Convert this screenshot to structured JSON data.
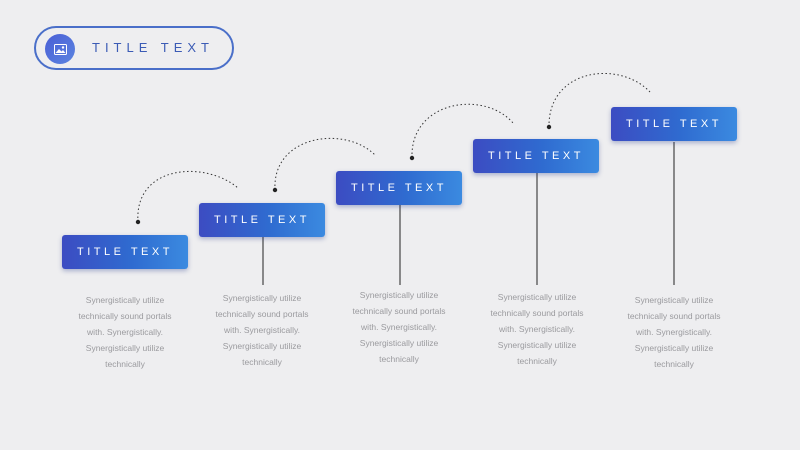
{
  "header": {
    "title": "TITLE TEXT",
    "icon": "image-icon"
  },
  "colors": {
    "accent": "#3b5bb5",
    "box_start": "#3c4cc2",
    "box_end": "#3b8ae0",
    "text_muted": "#9a9a9e"
  },
  "steps": [
    {
      "title": "TITLE TEXT",
      "description": "Synergistically utilize technically sound portals with. Synergistically. Synergistically utilize technically"
    },
    {
      "title": "TITLE TEXT",
      "description": "Synergistically utilize technically sound portals with. Synergistically. Synergistically utilize technically"
    },
    {
      "title": "TITLE TEXT",
      "description": "Synergistically utilize technically sound portals with. Synergistically. Synergistically utilize technically"
    },
    {
      "title": "TITLE TEXT",
      "description": "Synergistically utilize technically sound portals with. Synergistically. Synergistically utilize technically"
    },
    {
      "title": "TITLE TEXT",
      "description": "Synergistically utilize technically sound portals with. Synergistically. Synergistically utilize technically"
    }
  ]
}
